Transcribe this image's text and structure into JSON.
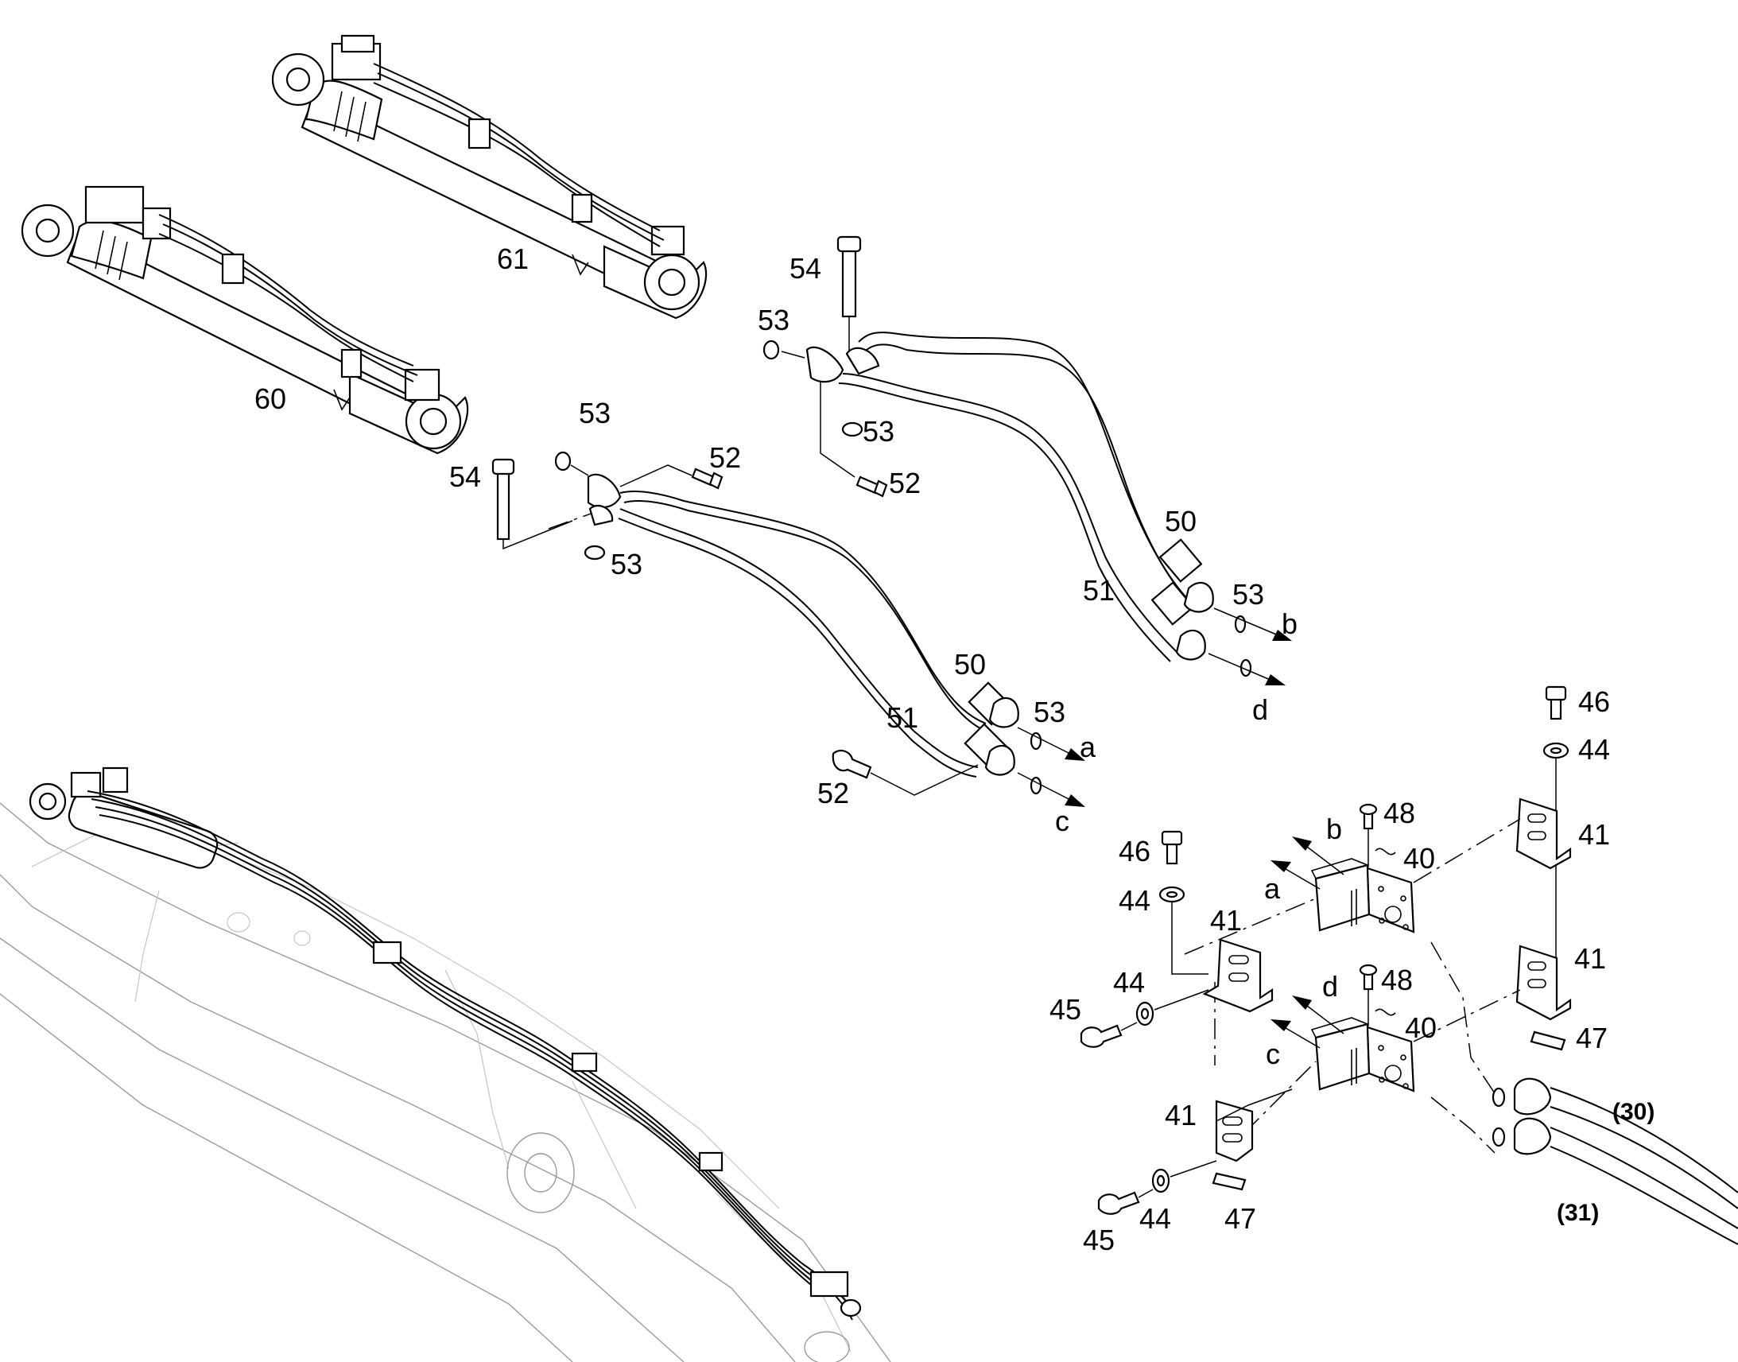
{
  "callouts": {
    "c61": "61",
    "c60": "60",
    "c54_top": "54",
    "c53_top_left": "53",
    "c53_top_mid": "53",
    "c52_top": "52",
    "c50_top": "50",
    "c51_top": "51",
    "c53_top_right": "53",
    "c_b_top": "b",
    "c_d_top": "d",
    "c53_left_top": "53",
    "c54_left": "54",
    "c52_left_top": "52",
    "c53_left_bottom": "53",
    "c50_left": "50",
    "c51_left": "51",
    "c53_left_right": "53",
    "c_a_left": "a",
    "c_c_left": "c",
    "c52_left_bottom": "52",
    "c46_right": "46",
    "c44_right": "44",
    "c41_right_top": "41",
    "c41_right_mid": "41",
    "c47_right": "47",
    "c_b_block": "b",
    "c48_top": "48",
    "c40_top": "40",
    "c_a_block": "a",
    "c46_left": "46",
    "c44_left": "44",
    "c41_left": "41",
    "c_d_block": "d",
    "c48_bottom": "48",
    "c40_bottom": "40",
    "c44_mid": "44",
    "c45_mid": "45",
    "c_c_block": "c",
    "c41_bottom": "41",
    "c45_bottom": "45",
    "c44_bottom": "44",
    "c47_bottom": "47",
    "ref30": "(30)",
    "ref31": "(31)"
  },
  "colors": {
    "line": "#000000",
    "background": "#ffffff",
    "ghost_boom": "#9a9a9a"
  }
}
